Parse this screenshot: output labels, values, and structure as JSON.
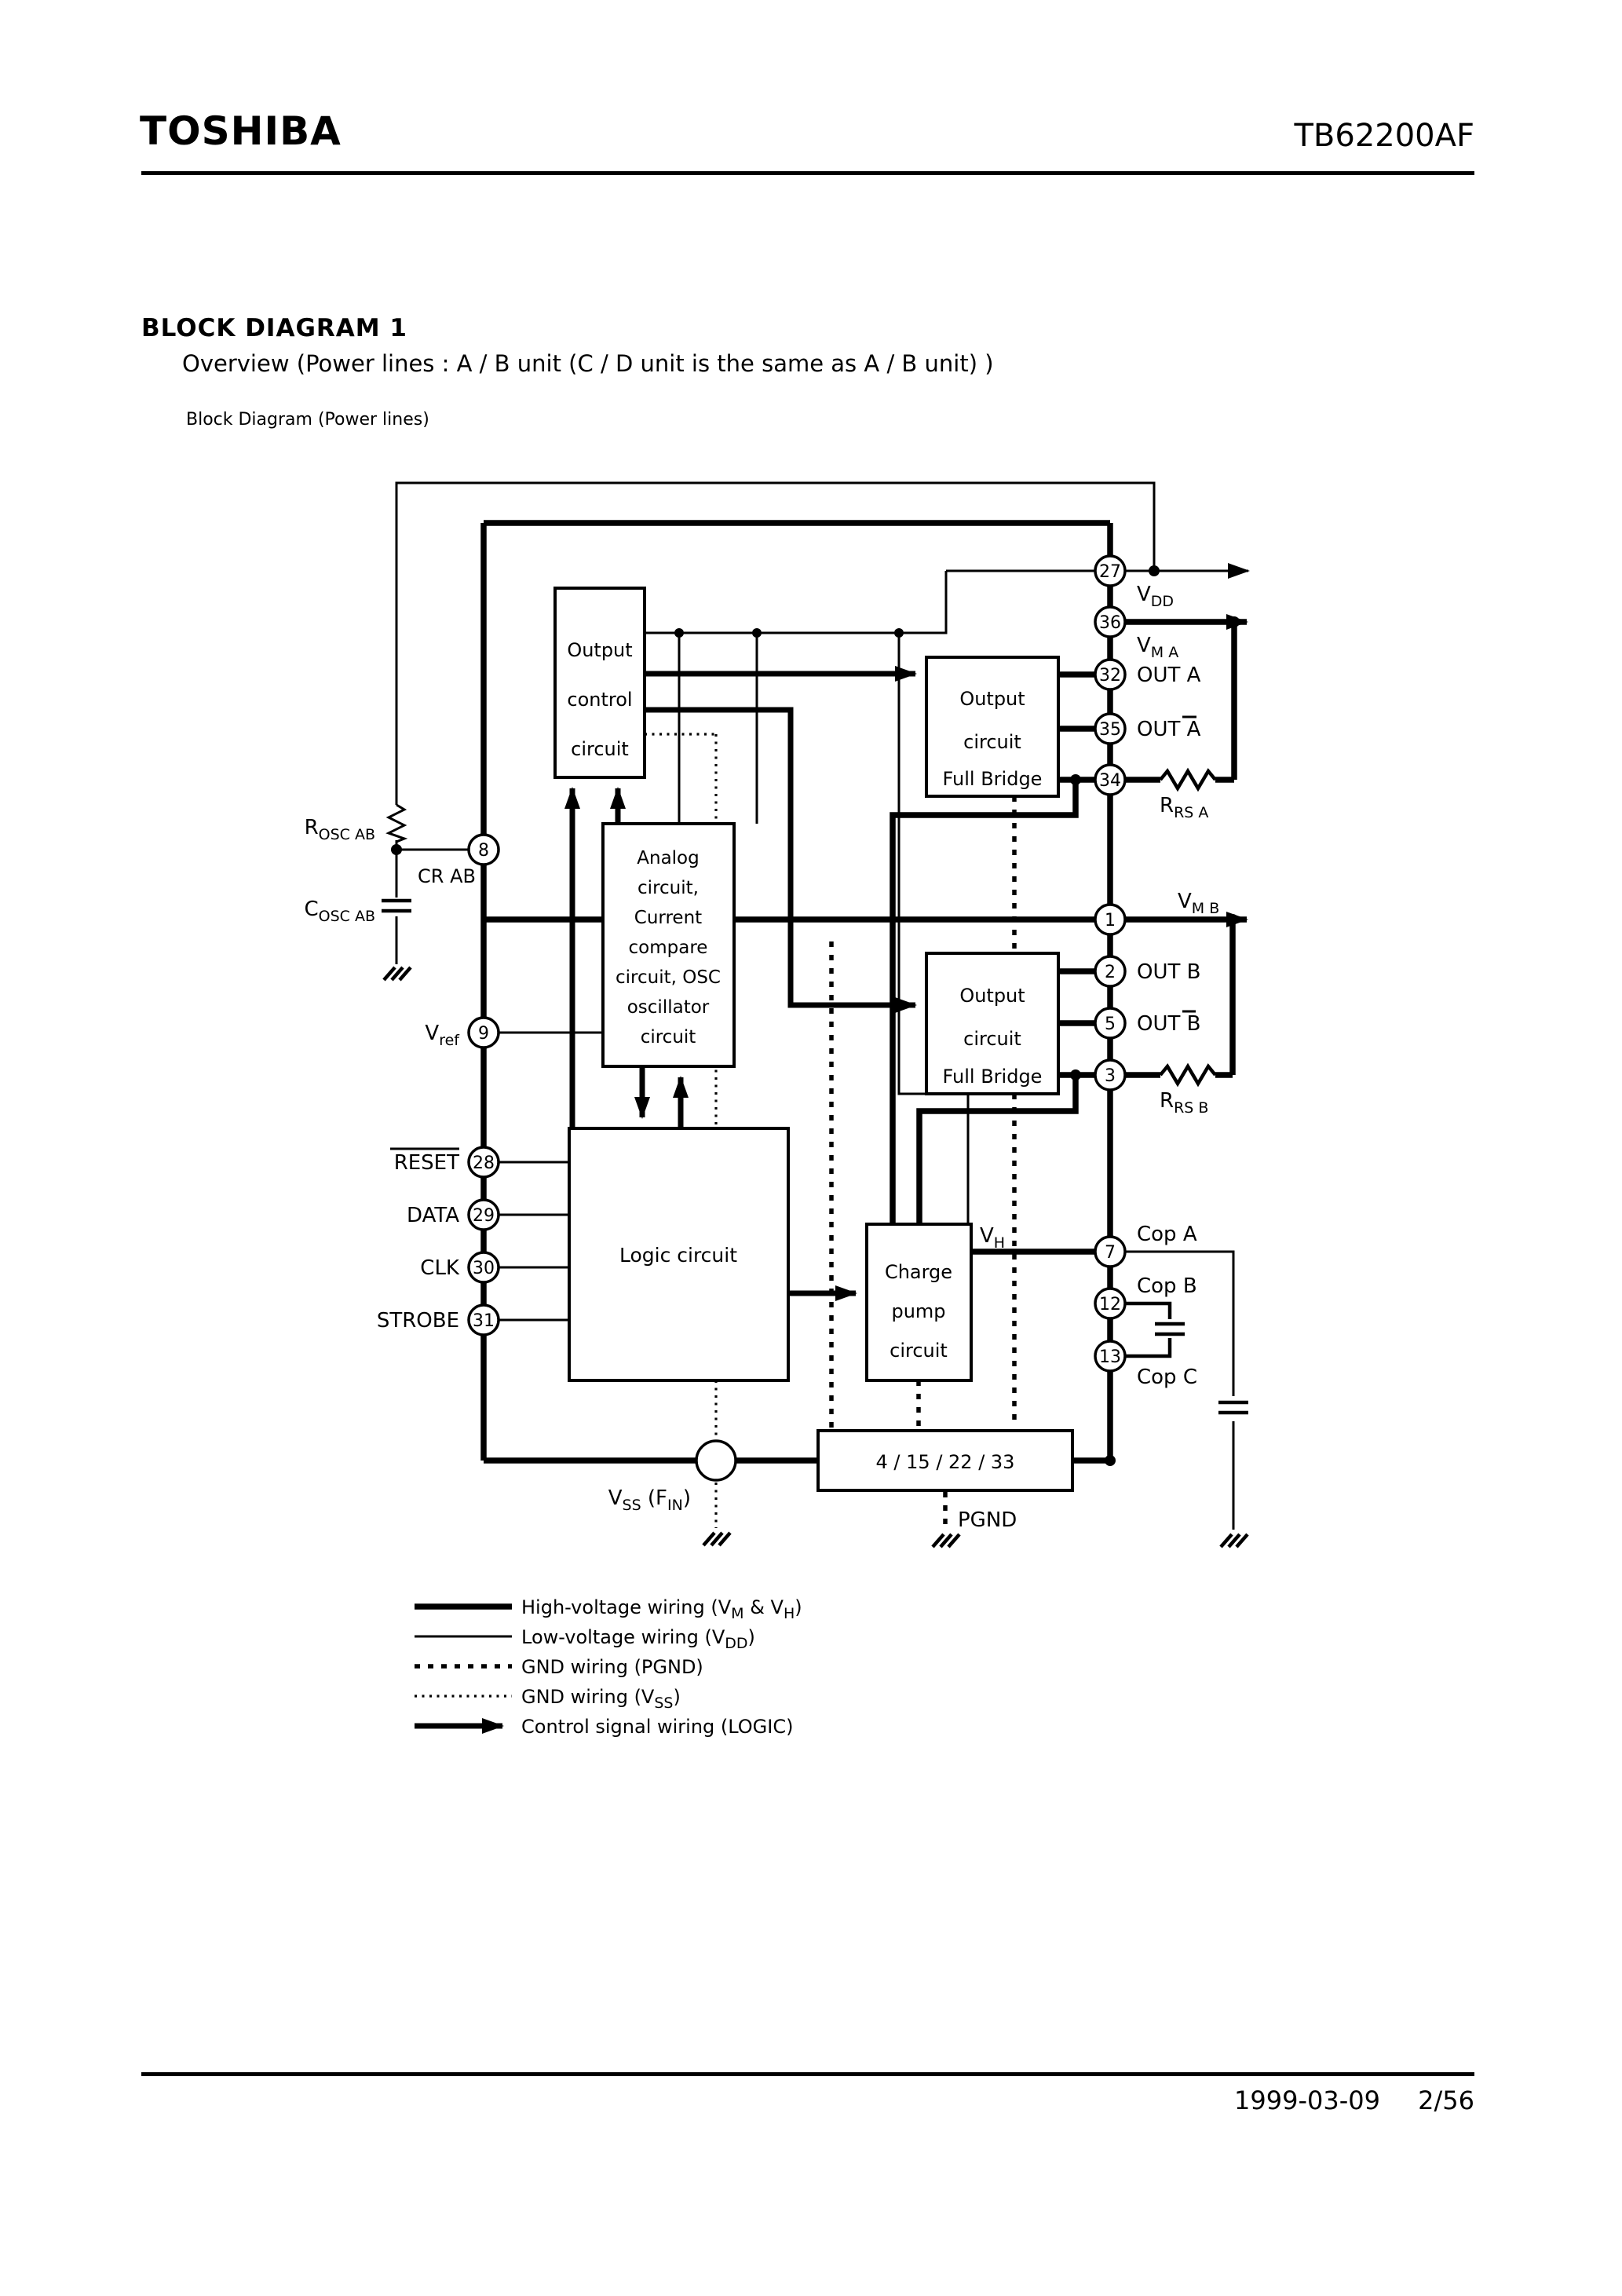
{
  "header": {
    "brand": "TOSHIBA",
    "part": "TB62200AF"
  },
  "title": {
    "heading": "BLOCK DIAGRAM 1",
    "subtitle": "Overview (Power lines : A / B unit (C / D unit is the same as A / B unit) )",
    "caption": "Block Diagram (Power lines)"
  },
  "blocks": {
    "output_control": [
      "Output",
      "control",
      "circuit"
    ],
    "analog": [
      "Analog",
      "circuit,",
      "Current",
      "compare",
      "circuit, OSC",
      "oscillator",
      "circuit"
    ],
    "full_bridge_a": [
      "Output",
      "circuit",
      "Full Bridge"
    ],
    "full_bridge_b": [
      "Output",
      "circuit",
      "Full Bridge"
    ],
    "logic": "Logic circuit",
    "charge_pump": [
      "Charge",
      "pump",
      "circuit"
    ],
    "pgnd_box": "4 / 15 / 22 / 33"
  },
  "pins": {
    "p27": {
      "num": "27",
      "main": "V",
      "sub": "DD"
    },
    "p36": {
      "num": "36",
      "main": "V",
      "sub": "M A"
    },
    "p32": {
      "num": "32",
      "label": "OUT A"
    },
    "p35": {
      "num": "35",
      "pre": "OUT ",
      "over": "A"
    },
    "p34": {
      "num": "34",
      "main": "R",
      "sub": "RS A"
    },
    "p1": {
      "num": "1",
      "main": "V",
      "sub": "M B"
    },
    "p2": {
      "num": "2",
      "label": "OUT B"
    },
    "p5": {
      "num": "5",
      "pre": "OUT ",
      "over": "B"
    },
    "p3": {
      "num": "3",
      "main": "R",
      "sub": "RS B"
    },
    "p7": {
      "num": "7",
      "label": "Cop A"
    },
    "p12": {
      "num": "12",
      "label": "Cop B"
    },
    "p13": {
      "num": "13",
      "label": "Cop C"
    },
    "p8": {
      "num": "8",
      "label": "CR AB"
    },
    "p9": {
      "num": "9",
      "main": "V",
      "sub": "ref"
    },
    "p28": {
      "num": "28",
      "over": "RESET"
    },
    "p29": {
      "num": "29",
      "label": "DATA"
    },
    "p30": {
      "num": "30",
      "label": "CLK"
    },
    "p31": {
      "num": "31",
      "label": "STROBE"
    }
  },
  "labels": {
    "rosc": {
      "main": "R",
      "sub": "OSC AB"
    },
    "cosc": {
      "main": "C",
      "sub": "OSC AB"
    },
    "vh": {
      "main": "V",
      "sub": "H"
    },
    "vss": {
      "p0": "V",
      "p1": "SS",
      "p2": " (F",
      "p3": "IN",
      "p4": ")"
    },
    "pgnd": "PGND"
  },
  "legend": [
    {
      "style": "high-voltage",
      "parts": [
        {
          "t": "High-voltage wiring (V"
        },
        {
          "t": "M"
        },
        {
          "t": " & V"
        },
        {
          "t": "H"
        },
        {
          "t": ")"
        }
      ]
    },
    {
      "style": "low-voltage",
      "parts": [
        {
          "t": "Low-voltage wiring (V"
        },
        {
          "t": "DD"
        },
        {
          "t": ")"
        }
      ]
    },
    {
      "style": "gnd-pgnd",
      "parts": [
        {
          "t": "GND wiring (PGND)"
        }
      ]
    },
    {
      "style": "gnd-vss",
      "parts": [
        {
          "t": "GND wiring (V"
        },
        {
          "t": "SS"
        },
        {
          "t": ")"
        }
      ]
    },
    {
      "style": "control",
      "parts": [
        {
          "t": "Control signal wiring (LOGIC)"
        }
      ]
    }
  ],
  "footer": {
    "date": "1999-03-09",
    "page": "2/56"
  }
}
